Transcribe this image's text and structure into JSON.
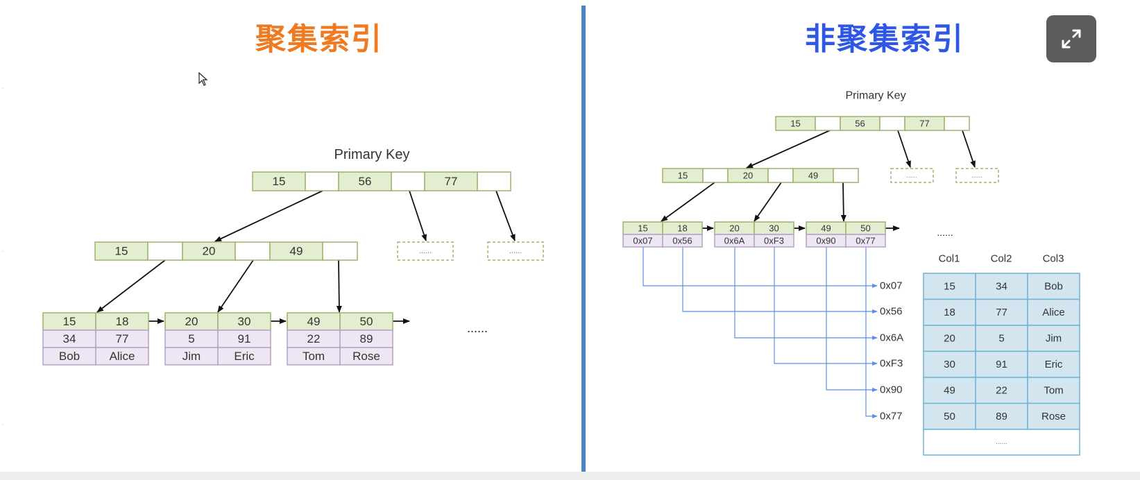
{
  "left": {
    "title": "聚集索引",
    "primary_key_label": "Primary Key",
    "root_keys": [
      "15",
      "56",
      "77"
    ],
    "internal_keys": [
      "15",
      "20",
      "49"
    ],
    "placeholder": "......",
    "ellipsis": "......",
    "leaves": [
      {
        "keys": [
          "15",
          "18"
        ],
        "row2": [
          "34",
          "77"
        ],
        "row3": [
          "Bob",
          "Alice"
        ]
      },
      {
        "keys": [
          "20",
          "30"
        ],
        "row2": [
          "5",
          "91"
        ],
        "row3": [
          "Jim",
          "Eric"
        ]
      },
      {
        "keys": [
          "49",
          "50"
        ],
        "row2": [
          "22",
          "89"
        ],
        "row3": [
          "Tom",
          "Rose"
        ]
      }
    ]
  },
  "right": {
    "title": "非聚集索引",
    "primary_key_label": "Primary Key",
    "root_keys": [
      "15",
      "56",
      "77"
    ],
    "internal_keys": [
      "15",
      "20",
      "49"
    ],
    "placeholder": "......",
    "ellipsis": "......",
    "leaves": [
      {
        "keys": [
          "15",
          "18"
        ],
        "addrs": [
          "0x07",
          "0x56"
        ]
      },
      {
        "keys": [
          "20",
          "30"
        ],
        "addrs": [
          "0x6A",
          "0xF3"
        ]
      },
      {
        "keys": [
          "49",
          "50"
        ],
        "addrs": [
          "0x90",
          "0x77"
        ]
      }
    ],
    "pointers": [
      "0x07",
      "0x56",
      "0x6A",
      "0xF3",
      "0x90",
      "0x77"
    ],
    "table": {
      "headers": [
        "Col1",
        "Col2",
        "Col3"
      ],
      "rows": [
        [
          "15",
          "34",
          "Bob"
        ],
        [
          "18",
          "77",
          "Alice"
        ],
        [
          "20",
          "5",
          "Jim"
        ],
        [
          "30",
          "91",
          "Eric"
        ],
        [
          "49",
          "22",
          "Tom"
        ],
        [
          "50",
          "89",
          "Rose"
        ]
      ],
      "footer": "......"
    }
  },
  "colors": {
    "key_fill": "#e3eed0",
    "key_border": "#9bb26a",
    "data_fill": "#eee7f3",
    "data_border": "#b3a2c9",
    "table_fill": "#d3e6f0",
    "table_border": "#6fb4d6",
    "pointer_line": "#5b8ee8",
    "left_title": "#ee7a22",
    "right_title": "#2f57e6",
    "divider": "#4f84c4"
  },
  "icons": {
    "expand": "expand-icon",
    "cursor": "mouse-pointer-icon"
  }
}
